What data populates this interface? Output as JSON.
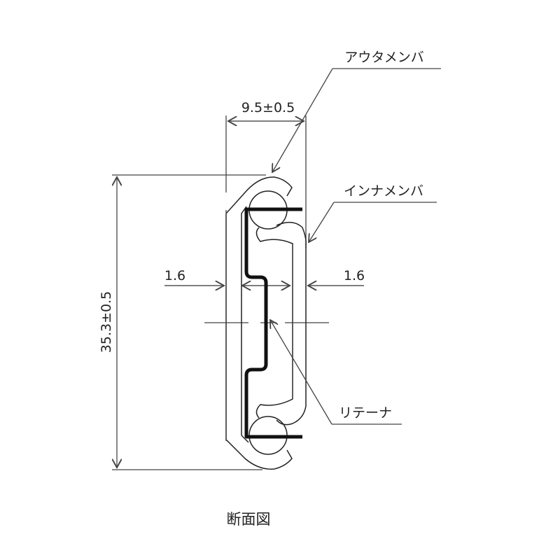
{
  "diagram": {
    "caption": "断面図",
    "labels": {
      "outer_member": "アウタメンバ",
      "inner_member": "インナメンバ",
      "retainer": "リテーナ"
    },
    "dimensions": {
      "width": "9.5±0.5",
      "height": "35.3±0.5",
      "thickness_left": "1.6",
      "thickness_right": "1.6"
    },
    "colors": {
      "line": "#222222",
      "background": "#ffffff"
    }
  }
}
